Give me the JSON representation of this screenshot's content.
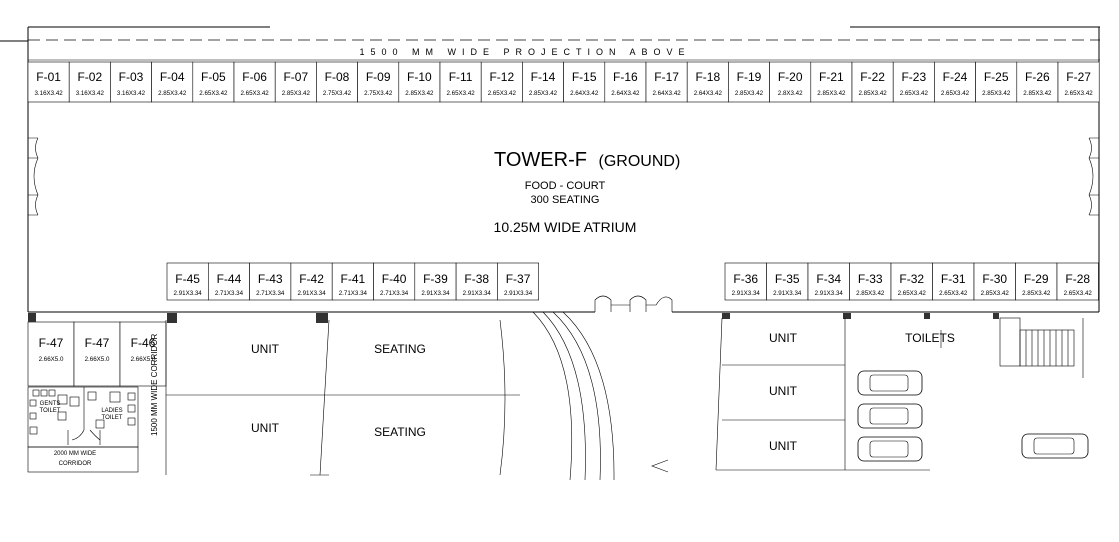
{
  "projection_label": "1500 MM WIDE PROJECTION ABOVE",
  "tower_title": "TOWER-F",
  "tower_level": "(GROUND)",
  "food_court": "FOOD - COURT",
  "seating_capacity": "300 SEATING",
  "atrium_label": "10.25M WIDE ATRIUM",
  "top_shops": [
    {
      "id": "F-01",
      "dim": "3.16X3.42"
    },
    {
      "id": "F-02",
      "dim": "3.16X3.42"
    },
    {
      "id": "F-03",
      "dim": "3.16X3.42"
    },
    {
      "id": "F-04",
      "dim": "2.85X3.42"
    },
    {
      "id": "F-05",
      "dim": "2.65X3.42"
    },
    {
      "id": "F-06",
      "dim": "2.65X3.42"
    },
    {
      "id": "F-07",
      "dim": "2.85X3.42"
    },
    {
      "id": "F-08",
      "dim": "2.75X3.42"
    },
    {
      "id": "F-09",
      "dim": "2.75X3.42"
    },
    {
      "id": "F-10",
      "dim": "2.85X3.42"
    },
    {
      "id": "F-11",
      "dim": "2.65X3.42"
    },
    {
      "id": "F-12",
      "dim": "2.65X3.42"
    },
    {
      "id": "F-14",
      "dim": "2.85X3.42"
    },
    {
      "id": "F-15",
      "dim": "2.64X3.42"
    },
    {
      "id": "F-16",
      "dim": "2.64X3.42"
    },
    {
      "id": "F-17",
      "dim": "2.64X3.42"
    },
    {
      "id": "F-18",
      "dim": "2.64X3.42"
    },
    {
      "id": "F-19",
      "dim": "2.85X3.42"
    },
    {
      "id": "F-20",
      "dim": "2.8X3.42"
    },
    {
      "id": "F-21",
      "dim": "2.85X3.42"
    },
    {
      "id": "F-22",
      "dim": "2.85X3.42"
    },
    {
      "id": "F-23",
      "dim": "2.65X3.42"
    },
    {
      "id": "F-24",
      "dim": "2.65X3.42"
    },
    {
      "id": "F-25",
      "dim": "2.85X3.42"
    },
    {
      "id": "F-26",
      "dim": "2.85X3.42"
    },
    {
      "id": "F-27",
      "dim": "2.65X3.42"
    }
  ],
  "bottom_left_shops": [
    {
      "id": "F-45",
      "dim": "2.91X3.34"
    },
    {
      "id": "F-44",
      "dim": "2.71X3.34"
    },
    {
      "id": "F-43",
      "dim": "2.71X3.34"
    },
    {
      "id": "F-42",
      "dim": "2.91X3.34"
    },
    {
      "id": "F-41",
      "dim": "2.71X3.34"
    },
    {
      "id": "F-40",
      "dim": "2.71X3.34"
    },
    {
      "id": "F-39",
      "dim": "2.91X3.34"
    },
    {
      "id": "F-38",
      "dim": "2.91X3.34"
    },
    {
      "id": "F-37",
      "dim": "2.91X3.34"
    }
  ],
  "bottom_right_shops": [
    {
      "id": "F-36",
      "dim": "2.91X3.34"
    },
    {
      "id": "F-35",
      "dim": "2.91X3.34"
    },
    {
      "id": "F-34",
      "dim": "2.91X3.34"
    },
    {
      "id": "F-33",
      "dim": "2.85X3.42"
    },
    {
      "id": "F-32",
      "dim": "2.65X3.42"
    },
    {
      "id": "F-31",
      "dim": "2.65X3.42"
    },
    {
      "id": "F-30",
      "dim": "2.85X3.42"
    },
    {
      "id": "F-29",
      "dim": "2.85X3.42"
    },
    {
      "id": "F-28",
      "dim": "2.65X3.42"
    }
  ],
  "left_shops": [
    {
      "id": "F-47",
      "dim": "2.66X5.0"
    },
    {
      "id": "F-47",
      "dim": "2.66X5.0"
    },
    {
      "id": "F-46",
      "dim": "2.66X5.0"
    }
  ],
  "corridor_vertical": "1500 MM WIDE CORRIDOR",
  "corridor_bottom_line1": "2000 MM WIDE",
  "corridor_bottom_line2": "CORRIDOR",
  "gents_toilet_line1": "GENTS",
  "gents_toilet_line2": "TOILET",
  "ladies_toilet_line1": "LADIES",
  "ladies_toilet_line2": "TOILET",
  "unit_label": "UNIT",
  "seating_label": "SEATING",
  "toilets_label": "TOILETS"
}
